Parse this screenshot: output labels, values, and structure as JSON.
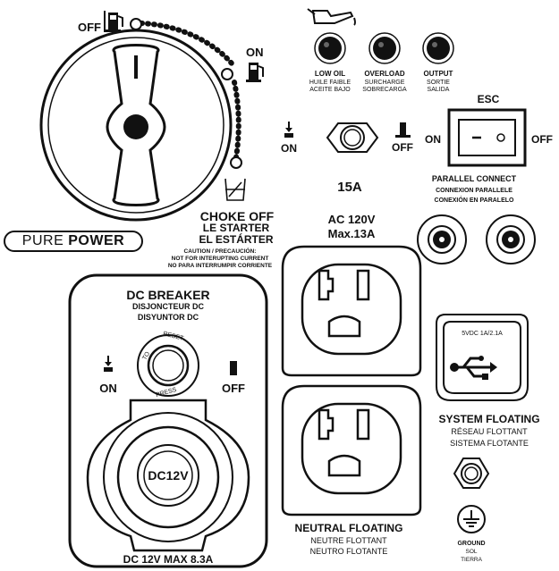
{
  "fuel_switch": {
    "off_label": "OFF",
    "on_label": "ON",
    "choke_title": "CHOKE OFF",
    "choke_fr": "LE STARTER",
    "choke_es": "EL ESTÁRTER",
    "caution_title": "CAUTION / PRECAUCIÓN:",
    "caution_en": "NOT FOR INTERUPTING CURRENT",
    "caution_es": "NO PARA INTERRUMPIR CORRIENTE"
  },
  "brand": {
    "light": "PURE",
    "bold": "POWER"
  },
  "indicators": [
    {
      "name": "LOW OIL",
      "fr": "HUILE FAIBLE",
      "es": "ACEITE BAJO"
    },
    {
      "name": "OVERLOAD",
      "fr": "SURCHARGE",
      "es": "SOBRECARGA"
    },
    {
      "name": "OUTPUT",
      "fr": "SORTIE",
      "es": "SALIDA"
    }
  ],
  "ac_breaker": {
    "on": "ON",
    "off": "OFF",
    "rating": "15A"
  },
  "esc_switch": {
    "title": "ESC",
    "on": "ON",
    "off": "OFF"
  },
  "parallel": {
    "title": "PARALLEL CONNECT",
    "fr": "CONNEXION PARALLELE",
    "es": "CONEXIÓN EN PARALELO"
  },
  "ac_outlet": {
    "voltage": "AC 120V",
    "max": "Max.13A"
  },
  "dc_panel": {
    "title": "DC BREAKER",
    "fr": "DISJONCTEUR DC",
    "es": "DISYUNTOR DC",
    "on": "ON",
    "off": "OFF",
    "reset": "RESET",
    "press": "PRESS",
    "to": "TO",
    "socket": "DC12V",
    "rating": "DC 12V MAX 8.3A"
  },
  "usb": {
    "rating": "5VDC 1A/2.1A"
  },
  "system_floating": {
    "title": "SYSTEM FLOATING",
    "fr": "RÉSEAU FLOTTANT",
    "es": "SISTEMA FLOTANTE"
  },
  "neutral_floating": {
    "title": "NEUTRAL FLOATING",
    "fr": "NEUTRE FLOTTANT",
    "es": "NEUTRO FLOTANTE"
  },
  "ground": {
    "title": "GROUND",
    "fr": "SOL",
    "es": "TIERRA"
  }
}
